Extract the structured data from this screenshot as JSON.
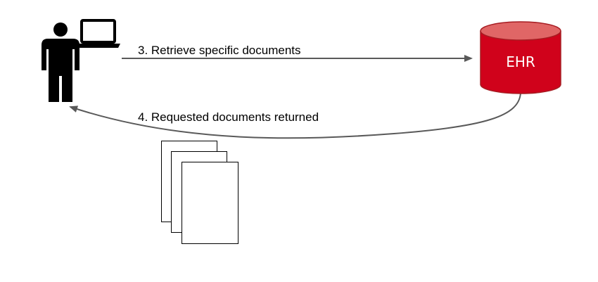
{
  "diagram": {
    "arrow_retrieve_label": "3. Retrieve specific documents",
    "arrow_return_label": "4. Requested documents returned",
    "database_label": "EHR",
    "colors": {
      "database_body": "#d0021b",
      "database_top": "#e06666",
      "database_edge": "#a61c22",
      "arrow": "#595959",
      "person": "#000000"
    },
    "icons": [
      "person-icon",
      "laptop-icon",
      "database-icon",
      "documents-stack-icon"
    ]
  }
}
